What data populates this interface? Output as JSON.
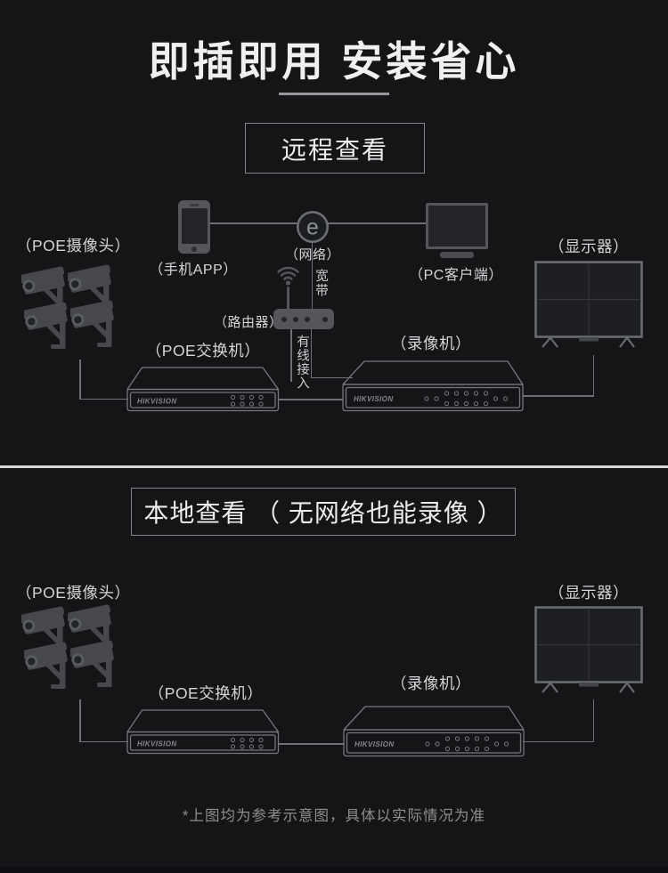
{
  "page": {
    "title": "即插即用 安装省心",
    "footer_note": "*上图均为参考示意图，具体以实际情况为准"
  },
  "devices": {
    "brand": "HIKVISION",
    "network_icon_letter": "e"
  },
  "sections": {
    "remote": {
      "heading": "远程查看",
      "labels": {
        "cameras": "（POE摄像头）",
        "phone": "（手机APP）",
        "network": "（网络）",
        "pc": "（PC客户端）",
        "router": "（路由器）",
        "broadband": "宽带",
        "wired": "有线接入",
        "switch": "（POE交换机）",
        "recorder": "（录像机）",
        "monitor": "（显示器）"
      }
    },
    "local": {
      "heading": "本地查看 （ 无网络也能录像 ）",
      "labels": {
        "cameras": "（POE摄像头）",
        "switch": "（POE交换机）",
        "recorder": "（录像机）",
        "monitor": "（显示器）"
      }
    }
  },
  "colors": {
    "background": "#151518",
    "divider": "#d9dadc",
    "line": "#6d7075",
    "outline": "#74777c",
    "title_text": "#f0f0f0",
    "label_text": "#d5d5d7",
    "muted_text": "#8e8e90"
  }
}
